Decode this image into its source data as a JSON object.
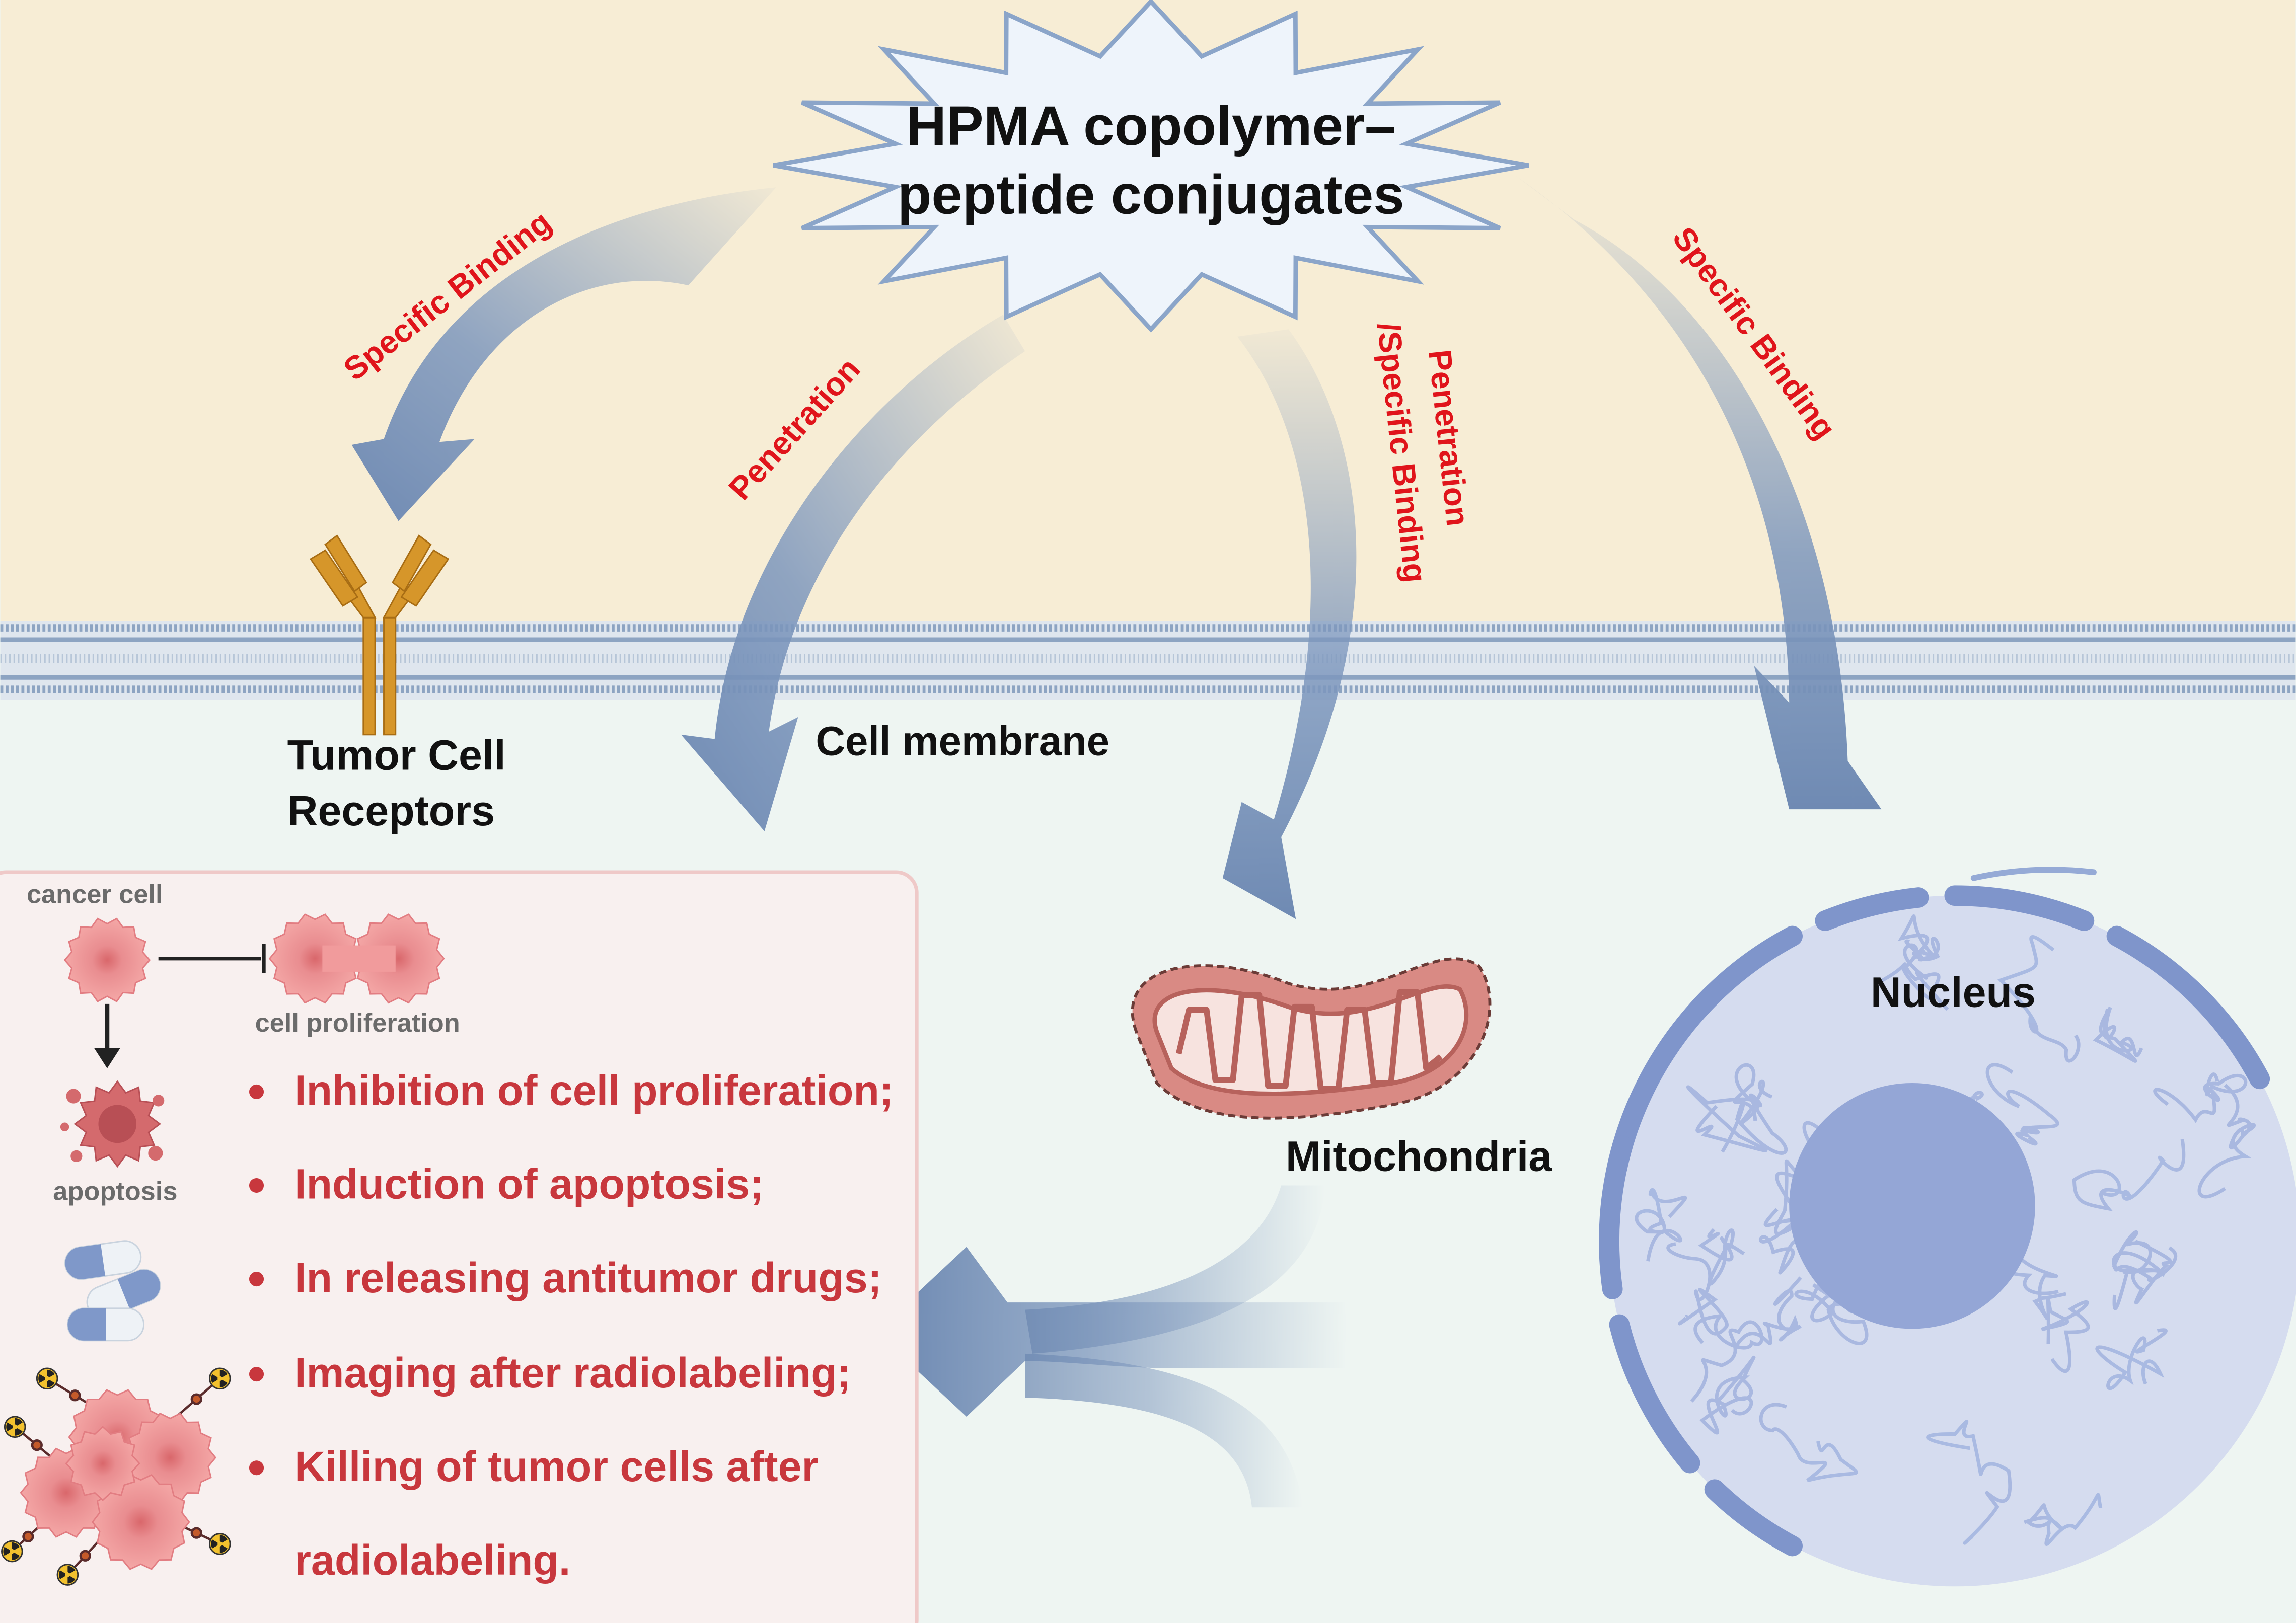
{
  "title": {
    "line1": "HPMA copolymer–",
    "line2": "peptide conjugates"
  },
  "pathways": {
    "left_specific_binding": "Specific Binding",
    "penetration": "Penetration",
    "penetration_specific_line1": "Penetration",
    "penetration_specific_line2": "/Specific Binding",
    "right_specific_binding": "Specific Binding"
  },
  "labels": {
    "receptor_line1": "Tumor Cell",
    "receptor_line2": "Receptors",
    "cell_membrane": "Cell membrane",
    "mitochondria": "Mitochondria",
    "nucleus": "Nucleus"
  },
  "icons_panel": {
    "cancer_cell": "cancer cell",
    "cell_proliferation": "cell proliferation",
    "apoptosis": "apoptosis"
  },
  "effects": [
    "Inhibition of cell proliferation;",
    "Induction of apoptosis;",
    "In releasing antitumor drugs;",
    "Imaging after radiolabeling;",
    "Killing of tumor cells after",
    "radiolabeling."
  ],
  "colors": {
    "extracellular": "#f7edd5",
    "intracellular": "#eef5f2",
    "membrane": "#8da4c2",
    "arrow": "#7d97bd",
    "pathway_text": "#e0141b",
    "effect_text": "#c8373d",
    "receptor": "#d6962a",
    "nucleus": "#d5dcef",
    "nucleolus": "#94a6d6",
    "mitochondria": "#d98a84"
  },
  "icon_names": [
    "starburst-icon",
    "antibody-receptor-icon",
    "mitochondria-icon",
    "nucleus-icon",
    "cancer-cell-icon",
    "dividing-cell-icon",
    "apoptotic-cell-icon",
    "capsule-icon",
    "radiolabel-icon"
  ]
}
